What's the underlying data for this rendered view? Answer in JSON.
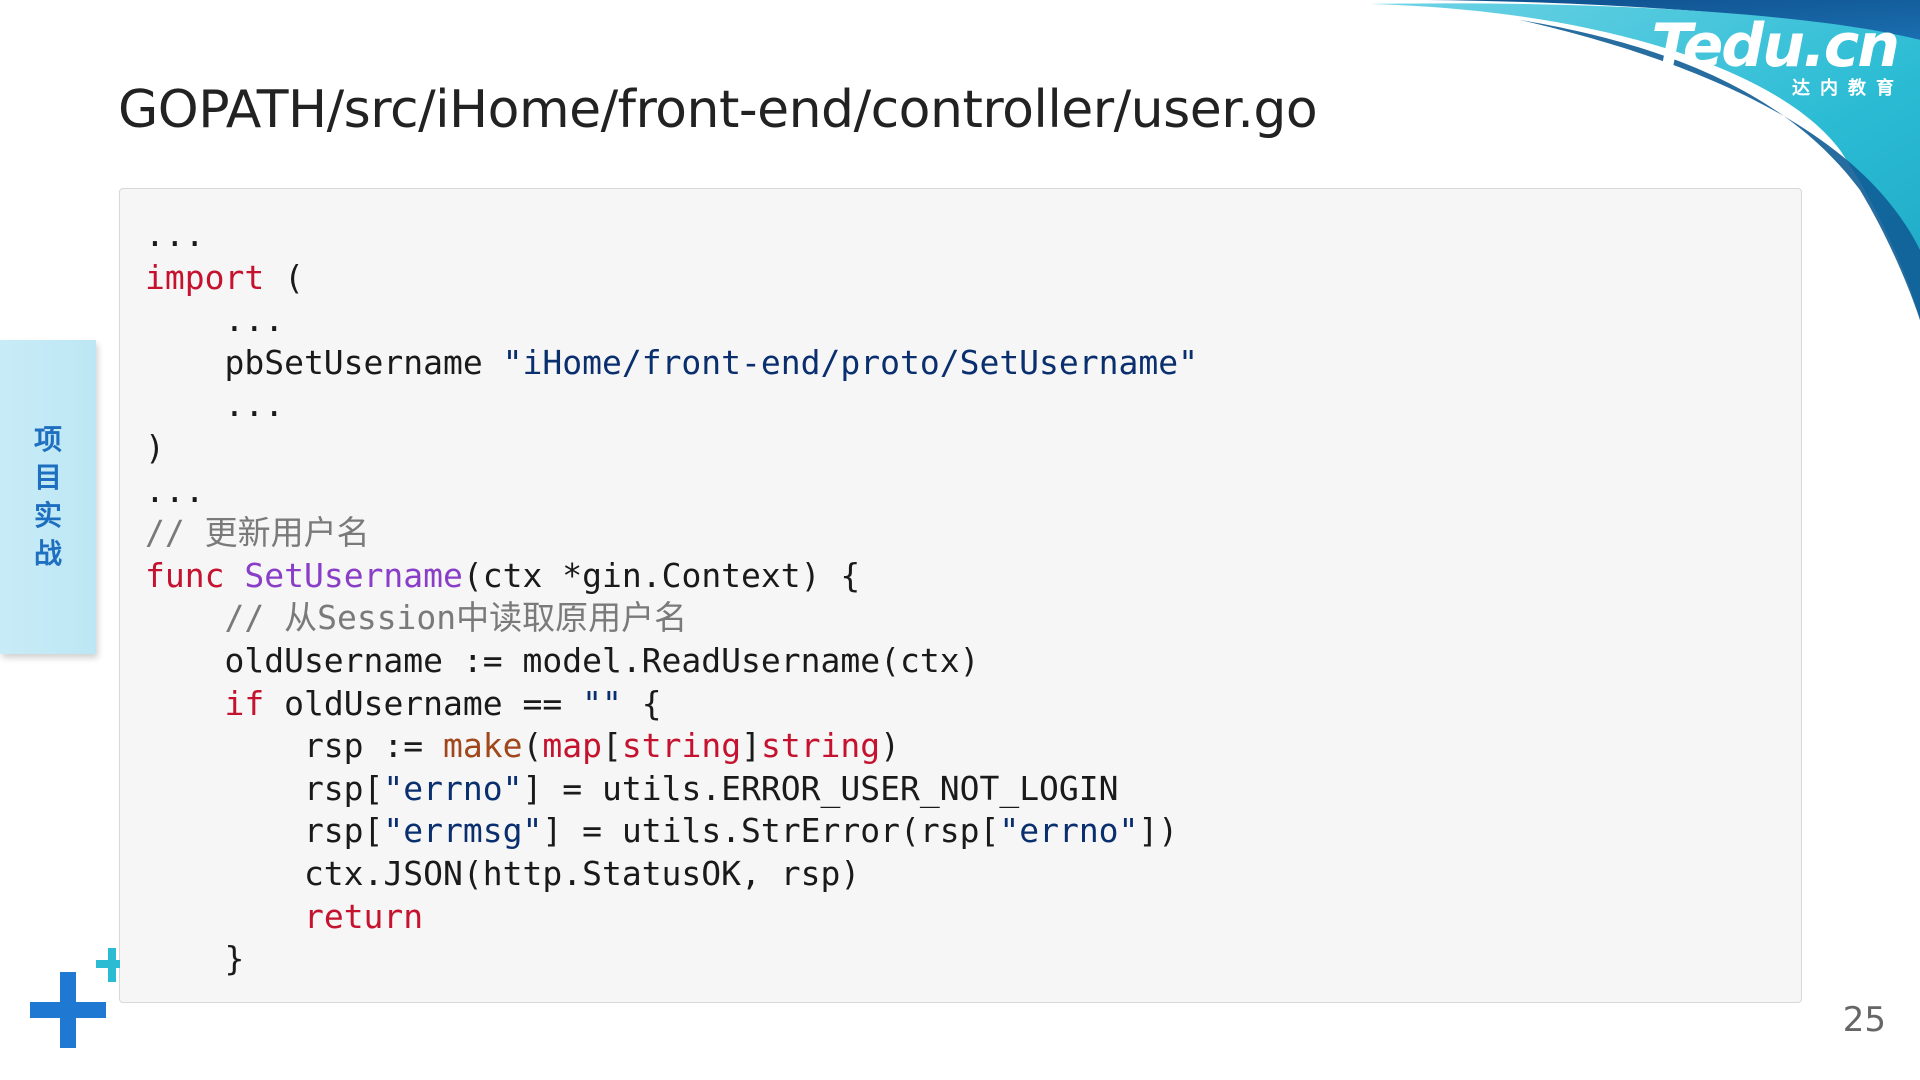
{
  "title": "GOPATH/src/iHome/front-end/controller/user.go",
  "logo": {
    "brand": "Tedu.cn",
    "subtitle": "达内教育"
  },
  "side_tab": "项目实战",
  "page_number": "25",
  "colors": {
    "keyword": "#c4122f",
    "function_name": "#8a3ec8",
    "string": "#0a2f6e",
    "comment": "#7a7a7a",
    "builtin": "#a0481c",
    "side_tab_text": "#1f6fc0",
    "accent_cyan": "#2bbcd4"
  },
  "code_lines": [
    [
      {
        "t": "..."
      }
    ],
    [
      {
        "t": "import",
        "c": "kw"
      },
      {
        "t": " ("
      }
    ],
    [
      {
        "t": "    ..."
      }
    ],
    [
      {
        "t": "    pbSetUsername "
      },
      {
        "t": "\"iHome/front-end/proto/SetUsername\"",
        "c": "str"
      }
    ],
    [
      {
        "t": "    ..."
      }
    ],
    [
      {
        "t": ")"
      }
    ],
    [
      {
        "t": "..."
      }
    ],
    [
      {
        "t": "// 更新用户名",
        "c": "cm"
      }
    ],
    [
      {
        "t": "func",
        "c": "kw"
      },
      {
        "t": " "
      },
      {
        "t": "SetUsername",
        "c": "fn"
      },
      {
        "t": "(ctx *gin.Context) {"
      }
    ],
    [
      {
        "t": "    "
      },
      {
        "t": "// 从Session中读取原用户名",
        "c": "cm"
      }
    ],
    [
      {
        "t": "    oldUsername := model.ReadUsername(ctx)"
      }
    ],
    [
      {
        "t": "    "
      },
      {
        "t": "if",
        "c": "kw"
      },
      {
        "t": " oldUsername == "
      },
      {
        "t": "\"\"",
        "c": "str"
      },
      {
        "t": " {"
      }
    ],
    [
      {
        "t": "        rsp := "
      },
      {
        "t": "make",
        "c": "bi"
      },
      {
        "t": "("
      },
      {
        "t": "map",
        "c": "kw"
      },
      {
        "t": "["
      },
      {
        "t": "string",
        "c": "kw"
      },
      {
        "t": "]"
      },
      {
        "t": "string",
        "c": "kw"
      },
      {
        "t": ")"
      }
    ],
    [
      {
        "t": "        rsp["
      },
      {
        "t": "\"errno\"",
        "c": "str"
      },
      {
        "t": "] = utils.ERROR_USER_NOT_LOGIN"
      }
    ],
    [
      {
        "t": "        rsp["
      },
      {
        "t": "\"errmsg\"",
        "c": "str"
      },
      {
        "t": "] = utils.StrError(rsp["
      },
      {
        "t": "\"errno\"",
        "c": "str"
      },
      {
        "t": "])"
      }
    ],
    [
      {
        "t": "        ctx.JSON(http.StatusOK, rsp)"
      }
    ],
    [
      {
        "t": "        "
      },
      {
        "t": "return",
        "c": "kw"
      }
    ],
    [
      {
        "t": "    }"
      }
    ]
  ]
}
